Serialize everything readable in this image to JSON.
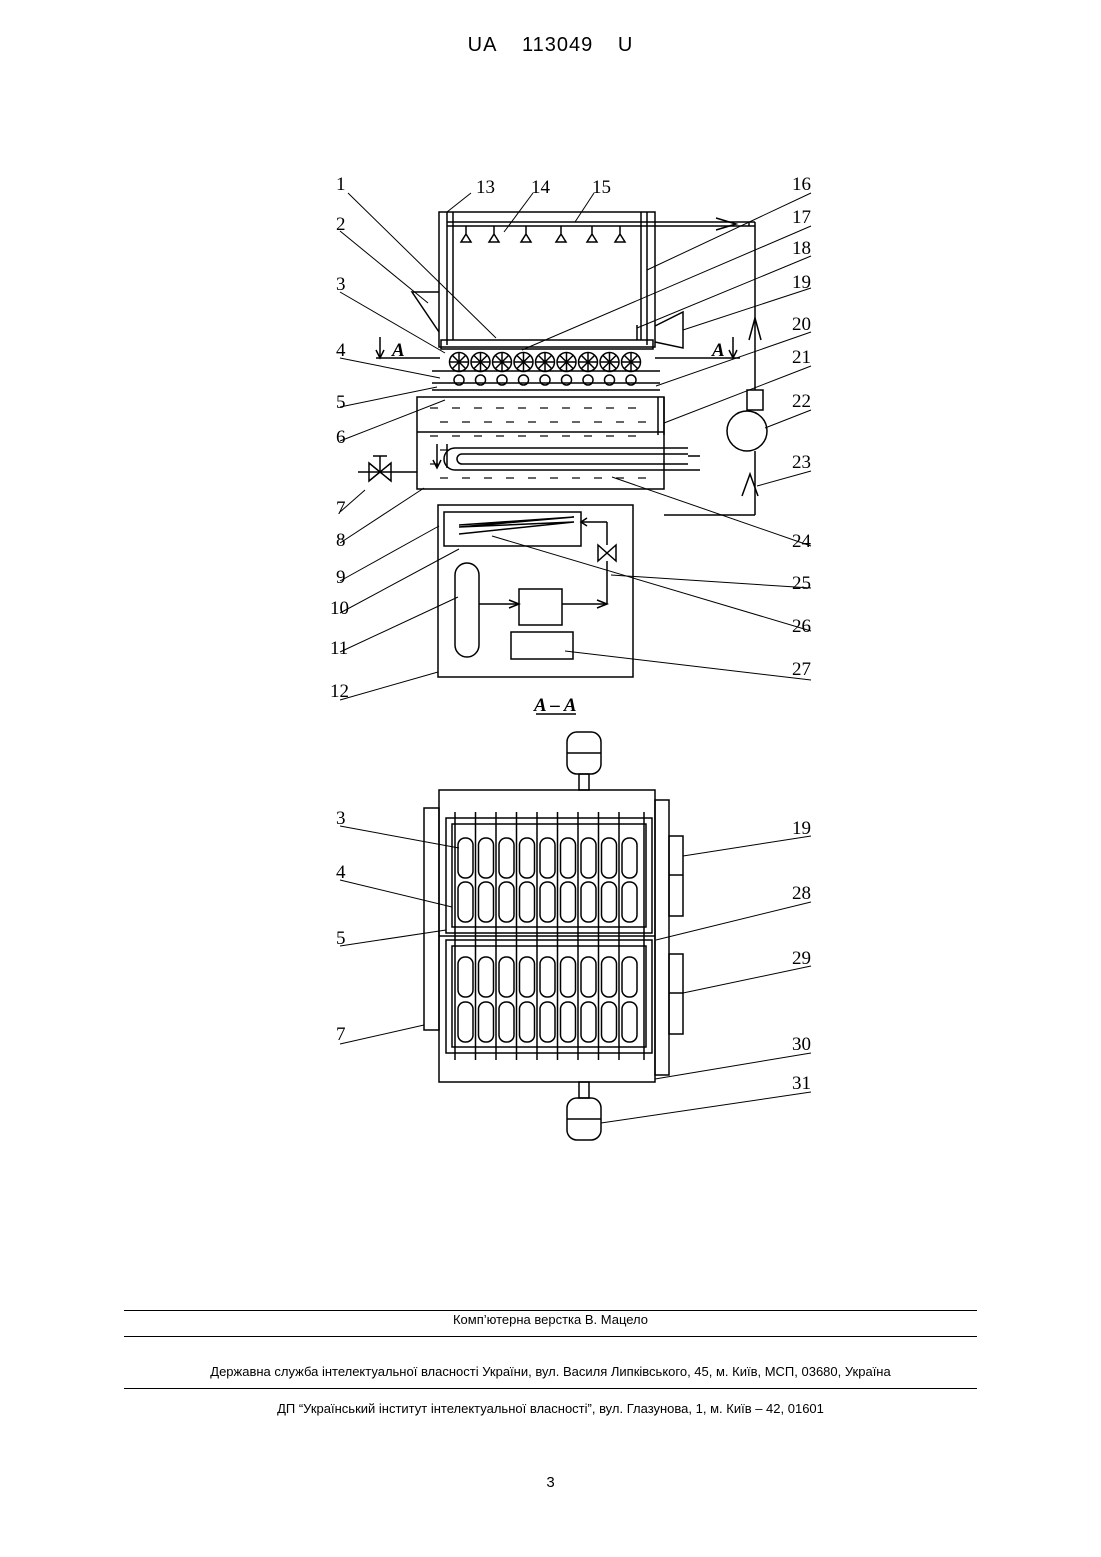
{
  "header": {
    "country": "UA",
    "number": "113049",
    "kind": "U"
  },
  "figure": {
    "section_label": "A – A",
    "cut_marker": "A",
    "top_labels": [
      "1",
      "2",
      "3",
      "4",
      "5",
      "6",
      "7",
      "8",
      "9",
      "10",
      "11",
      "12",
      "13",
      "14",
      "15",
      "16",
      "17",
      "18",
      "19",
      "20",
      "21",
      "22",
      "23",
      "24",
      "25",
      "26",
      "27"
    ],
    "bottom_labels_left": [
      "3",
      "4",
      "5",
      "7"
    ],
    "bottom_labels_right": [
      "19",
      "28",
      "29",
      "30",
      "31"
    ]
  },
  "footer": {
    "layout_credit": "Комп’ютерна верстка В. Мацело",
    "agency": "Державна служба інтелектуальної власності України, вул. Василя Липківського, 45, м. Київ, МСП, 03680, Україна",
    "institute": "ДП “Український інститут інтелектуальної власності”, вул. Глазунова, 1, м. Київ – 42, 01601"
  },
  "page_number": "3"
}
